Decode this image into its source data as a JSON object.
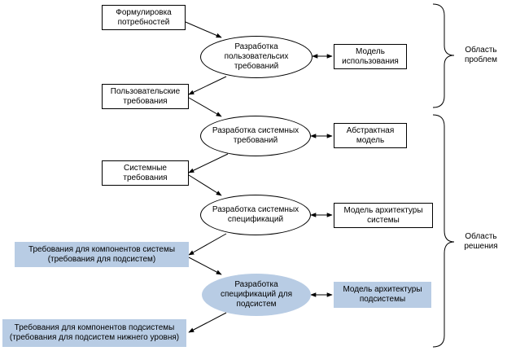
{
  "nodes": {
    "needs": "Формулировка\nпотребностей",
    "dev_user_req": "Разработка\nпользовательсих\nтребований",
    "usage_model": "Модель\nиспользования",
    "user_req": "Пользовательские\nтребования",
    "dev_sys_req": "Разработка системных\nтребований",
    "abstract_model": "Абстрактная\nмодель",
    "sys_req": "Системные\nтребования",
    "dev_sys_spec": "Разработка системных\nспецификаций",
    "arch_model_sys": "Модель архитектуры\nсистемы",
    "comp_req_sys": "Требования для компонентов системы\n(требования для подсистем)",
    "dev_subsys_spec": "Разработка\nспецификаций для\nподсистем",
    "arch_model_subsys": "Модель архитектуры\nподсистемы",
    "comp_req_subsys": "Требования для компонентов подсистемы\n(требования для подсистем нижнего уровня)"
  },
  "domains": {
    "problem": "Область\nпроблем",
    "solution": "Область\nрешения"
  },
  "colors": {
    "fill_highlight": "#b8cce4",
    "stroke": "#000000"
  }
}
